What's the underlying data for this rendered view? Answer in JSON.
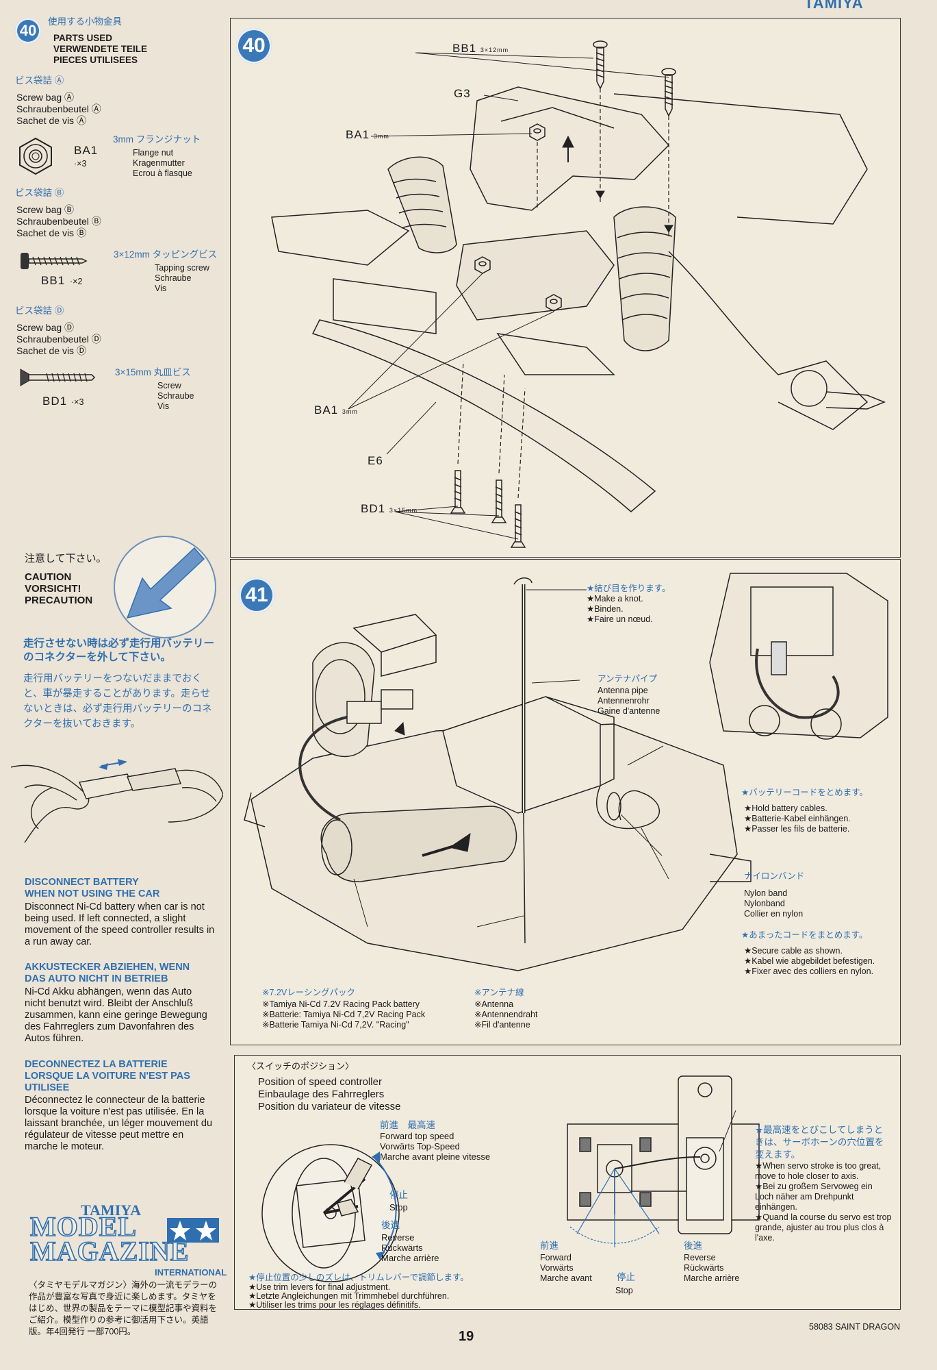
{
  "brand_top": "TAMIYA",
  "step40": {
    "number": "40",
    "parts_jp": "使用する小物金具",
    "parts_en": "PARTS USED",
    "parts_de": "VERWENDETE TEILE",
    "parts_fr": "PIECES UTILISEES",
    "bag_a_jp": "ビス袋詰 Ⓐ",
    "bag_a": "Screw bag Ⓐ\nSchraubenbeutel Ⓐ\nSachet de vis Ⓐ",
    "ba1_name": "BA1",
    "ba1_qty": "·×3",
    "ba1_jp": "3mm フランジナット",
    "ba1_desc": "Flange nut\nKragenmutter\nEcrou à flasque",
    "bag_b_jp": "ビス袋詰 Ⓑ",
    "bag_b": "Screw bag Ⓑ\nSchraubenbeutel Ⓑ\nSachet de vis Ⓑ",
    "bb1_name": "BB1",
    "bb1_qty": "·×2",
    "bb1_jp": "3×12mm タッピングビス",
    "bb1_desc": "Tapping screw\nSchraube\nVis",
    "bag_d_jp": "ビス袋詰 Ⓓ",
    "bag_d": "Screw bag Ⓓ\nSchraubenbeutel Ⓓ\nSachet de vis Ⓓ",
    "bd1_name": "BD1",
    "bd1_qty": "·×3",
    "bd1_jp": "3×15mm 丸皿ビス",
    "bd1_desc": "Screw\nSchraube\nVis",
    "diagram_labels": {
      "bb1": "BB1",
      "bb1_size": "3×12mm",
      "g3": "G3",
      "ba1_top": "BA1",
      "ba1_top_size": "3mm",
      "ba1_left": "BA1",
      "ba1_left_size": "3mm",
      "e6": "E6",
      "bd1": "BD1",
      "bd1_size": "3×15mm"
    }
  },
  "caution": {
    "jp": "注意して下さい。",
    "en": "CAUTION",
    "de": "VORSICHT!",
    "fr": "PRECAUTION",
    "blue_jp": "走行させない時は必ず走行用バッテリーのコネクターを外して下さい。",
    "body_jp": "走行用バッテリーをつないだままでおくと、車が暴走することがあります。走らせないときは、必ず走行用バッテリーのコネクターを抜いておきます。",
    "en_head": "DISCONNECT BATTERY\nWHEN NOT USING THE CAR",
    "en_body": "Disconnect Ni-Cd battery when car is not being used. If left connected, a slight movement of the speed controller results in a run away car.",
    "de_head": "AKKUSTECKER ABZIEHEN, WENN\nDAS AUTO NICHT IN BETRIEB",
    "de_body": "Ni-Cd Akku abhängen, wenn das Auto nicht benutzt wird. Bleibt der Anschluß zusammen, kann eine geringe Bewegung des Fahrreglers zum Davonfahren des Autos führen.",
    "fr_head": "DECONNECTEZ LA BATTERIE\nLORSQUE LA VOITURE N'EST PAS\nUTILISEE",
    "fr_body": "Déconnectez le connecteur de la batterie lorsque la voiture n'est pas utilisée. En la laissant branchée, un léger mouvement du régulateur de vitesse peut mettre en marche le moteur."
  },
  "magazine": {
    "brand": "TAMIYA",
    "title_1": "MODEL",
    "title_2": "MAGAZINE",
    "sub": "INTERNATIONAL",
    "jp": "〈タミヤモデルマガジン〉海外の一流モデラーの作品が豊富な写真で身近に楽しめます。タミヤをはじめ、世界の製品をテーマに模型記事や資料をご紹介。模型作りの参考に御活用下さい。英語版。年4回発行 一部700円。"
  },
  "step41": {
    "number": "41",
    "knot_jp": "★結び目を作ります。",
    "knot": "★Make a knot.\n★Binden.\n★Faire un nœud.",
    "pipe_jp": "アンテナパイプ",
    "pipe": "Antenna pipe\nAntennenrohr\nGaine d'antenne",
    "cable_jp": "★バッテリーコードをとめます。",
    "cable": "★Hold battery cables.\n★Batterie-Kabel einhängen.\n★Passer les fils de batterie.",
    "band_jp": "ナイロンバンド",
    "band": "Nylon band\nNylonband\nCollier en nylon",
    "secure_jp": "★あまったコードをまとめます。",
    "secure": "★Secure cable as shown.\n★Kabel wie abgebildet befestigen.\n★Fixer avec des colliers en nylon.",
    "battery_jp": "※7.2Vレーシングパック",
    "battery": "※Tamiya Ni-Cd 7.2V Racing Pack battery\n※Batterie: Tamiya Ni-Cd 7,2V Racing Pack\n※Batterie Tamiya Ni-Cd 7,2V. \"Racing\"",
    "antenna_jp": "※アンテナ線",
    "antenna": "※Antenna\n※Antennendraht\n※Fil d'antenne"
  },
  "switch": {
    "jp": "〈スイッチのポジション〉",
    "title": "Position of speed controller\nEinbaulage des Fahrreglers\nPosition du variateur de vitesse",
    "forward_jp": "前進　最高速",
    "forward": "Forward top speed\nVorwärts Top-Speed\nMarche avant pleine vitesse",
    "stop_jp": "停止",
    "stop": "Stop",
    "reverse_jp": "後進",
    "reverse": "Reverse\nRückwärts\nMarche arrière",
    "trim_jp": "★停止位置の少しのズレは、トリムレバーで調節します。",
    "trim": "★Use trim levers for final adjustment.\n★Letzte Angleichungen mit Trimmhebel durchführen.\n★Utiliser les trims pour les réglages définitifs.",
    "r_forward_jp": "前進",
    "r_forward": "Forward\nVorwärts\nMarche avant",
    "r_stop_jp": "停止",
    "r_stop": "Stop",
    "r_reverse_jp": "後進",
    "r_reverse": "Reverse\nRückwärts\nMarche arrière",
    "servo_jp": "★最高速をとびこしてしまうときは、サーボホーンの穴位置を変えます。",
    "servo": "★When servo stroke is too great, move to hole closer to axis.\n★Bei zu großem Servoweg ein Loch näher am Drehpunkt einhängen.\n★Quand la course du servo est trop grande, ajuster au trou plus clos à l'axe."
  },
  "footer": {
    "page": "19",
    "code": "58083 SAINT DRAGON"
  }
}
